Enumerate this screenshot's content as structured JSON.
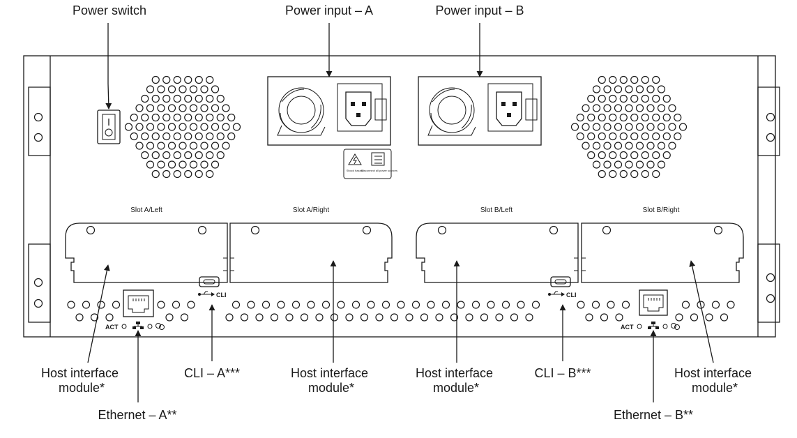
{
  "callouts": {
    "power_switch": "Power switch",
    "power_input_a": "Power input – A",
    "power_input_b": "Power input – B",
    "hostif_1": [
      "Host interface",
      "module*"
    ],
    "hostif_2": [
      "Host interface",
      "module*"
    ],
    "hostif_3": [
      "Host interface",
      "module*"
    ],
    "hostif_4": [
      "Host interface",
      "module*"
    ],
    "cli_a": "CLI – A***",
    "cli_b": "CLI – B***",
    "ethernet_a": "Ethernet – A**",
    "ethernet_b": "Ethernet – B**"
  },
  "slots": {
    "a_left": "Slot A/Left",
    "a_right": "Slot A/Right",
    "b_left": "Slot B/Left",
    "b_right": "Slot B/Right"
  },
  "port_labels": {
    "cli": "CLI",
    "act": "ACT"
  },
  "warning_label": {
    "shock": "Shock hazard",
    "disconnect": "Disconnect all power sources"
  },
  "colors": {
    "line": "#1a1a1a",
    "background": "#ffffff"
  }
}
